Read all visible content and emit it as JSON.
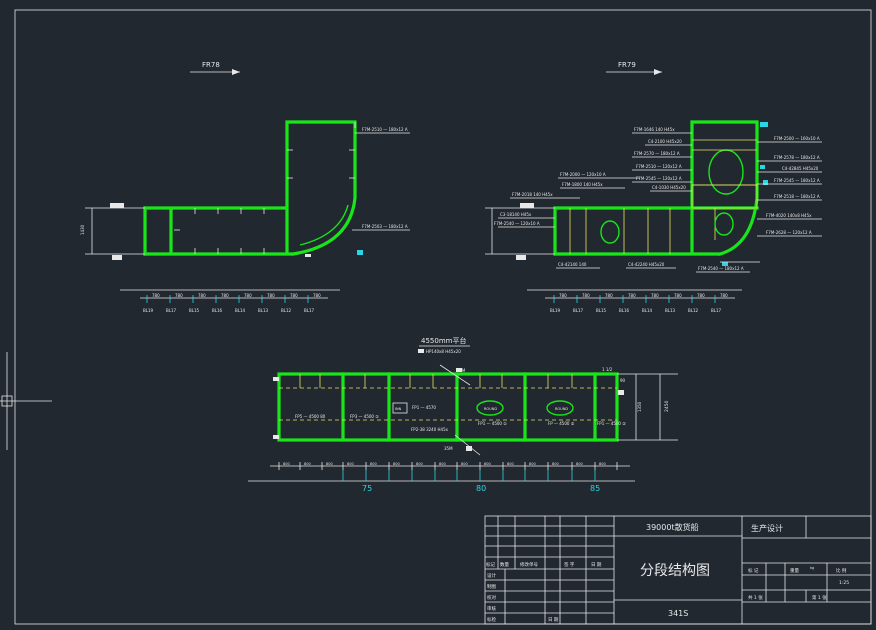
{
  "frame_labels": {
    "left": "FR78",
    "right": "FR79"
  },
  "platform_label": "4550mm平台",
  "frame_numbers": [
    "75",
    "80",
    "85"
  ],
  "title_block": {
    "ship": "39000t散货船",
    "stage": "生产设计",
    "drawing_title": "分段结构图",
    "drawing_no": "341S",
    "scale_label": "比  例",
    "scale": "1:25",
    "weight_label": "重量",
    "weight_unit": "kg",
    "mark_label": "标  记",
    "total_sheets": "共  1  张",
    "sheet_no": "第  1  张",
    "revision_cols": [
      "标记",
      "数量",
      "修改单号",
      "签  字",
      "日  期"
    ],
    "signoff_rows": [
      "设计",
      "制图",
      "校对",
      "审核",
      "标检"
    ],
    "date_label": "日 期"
  }
}
